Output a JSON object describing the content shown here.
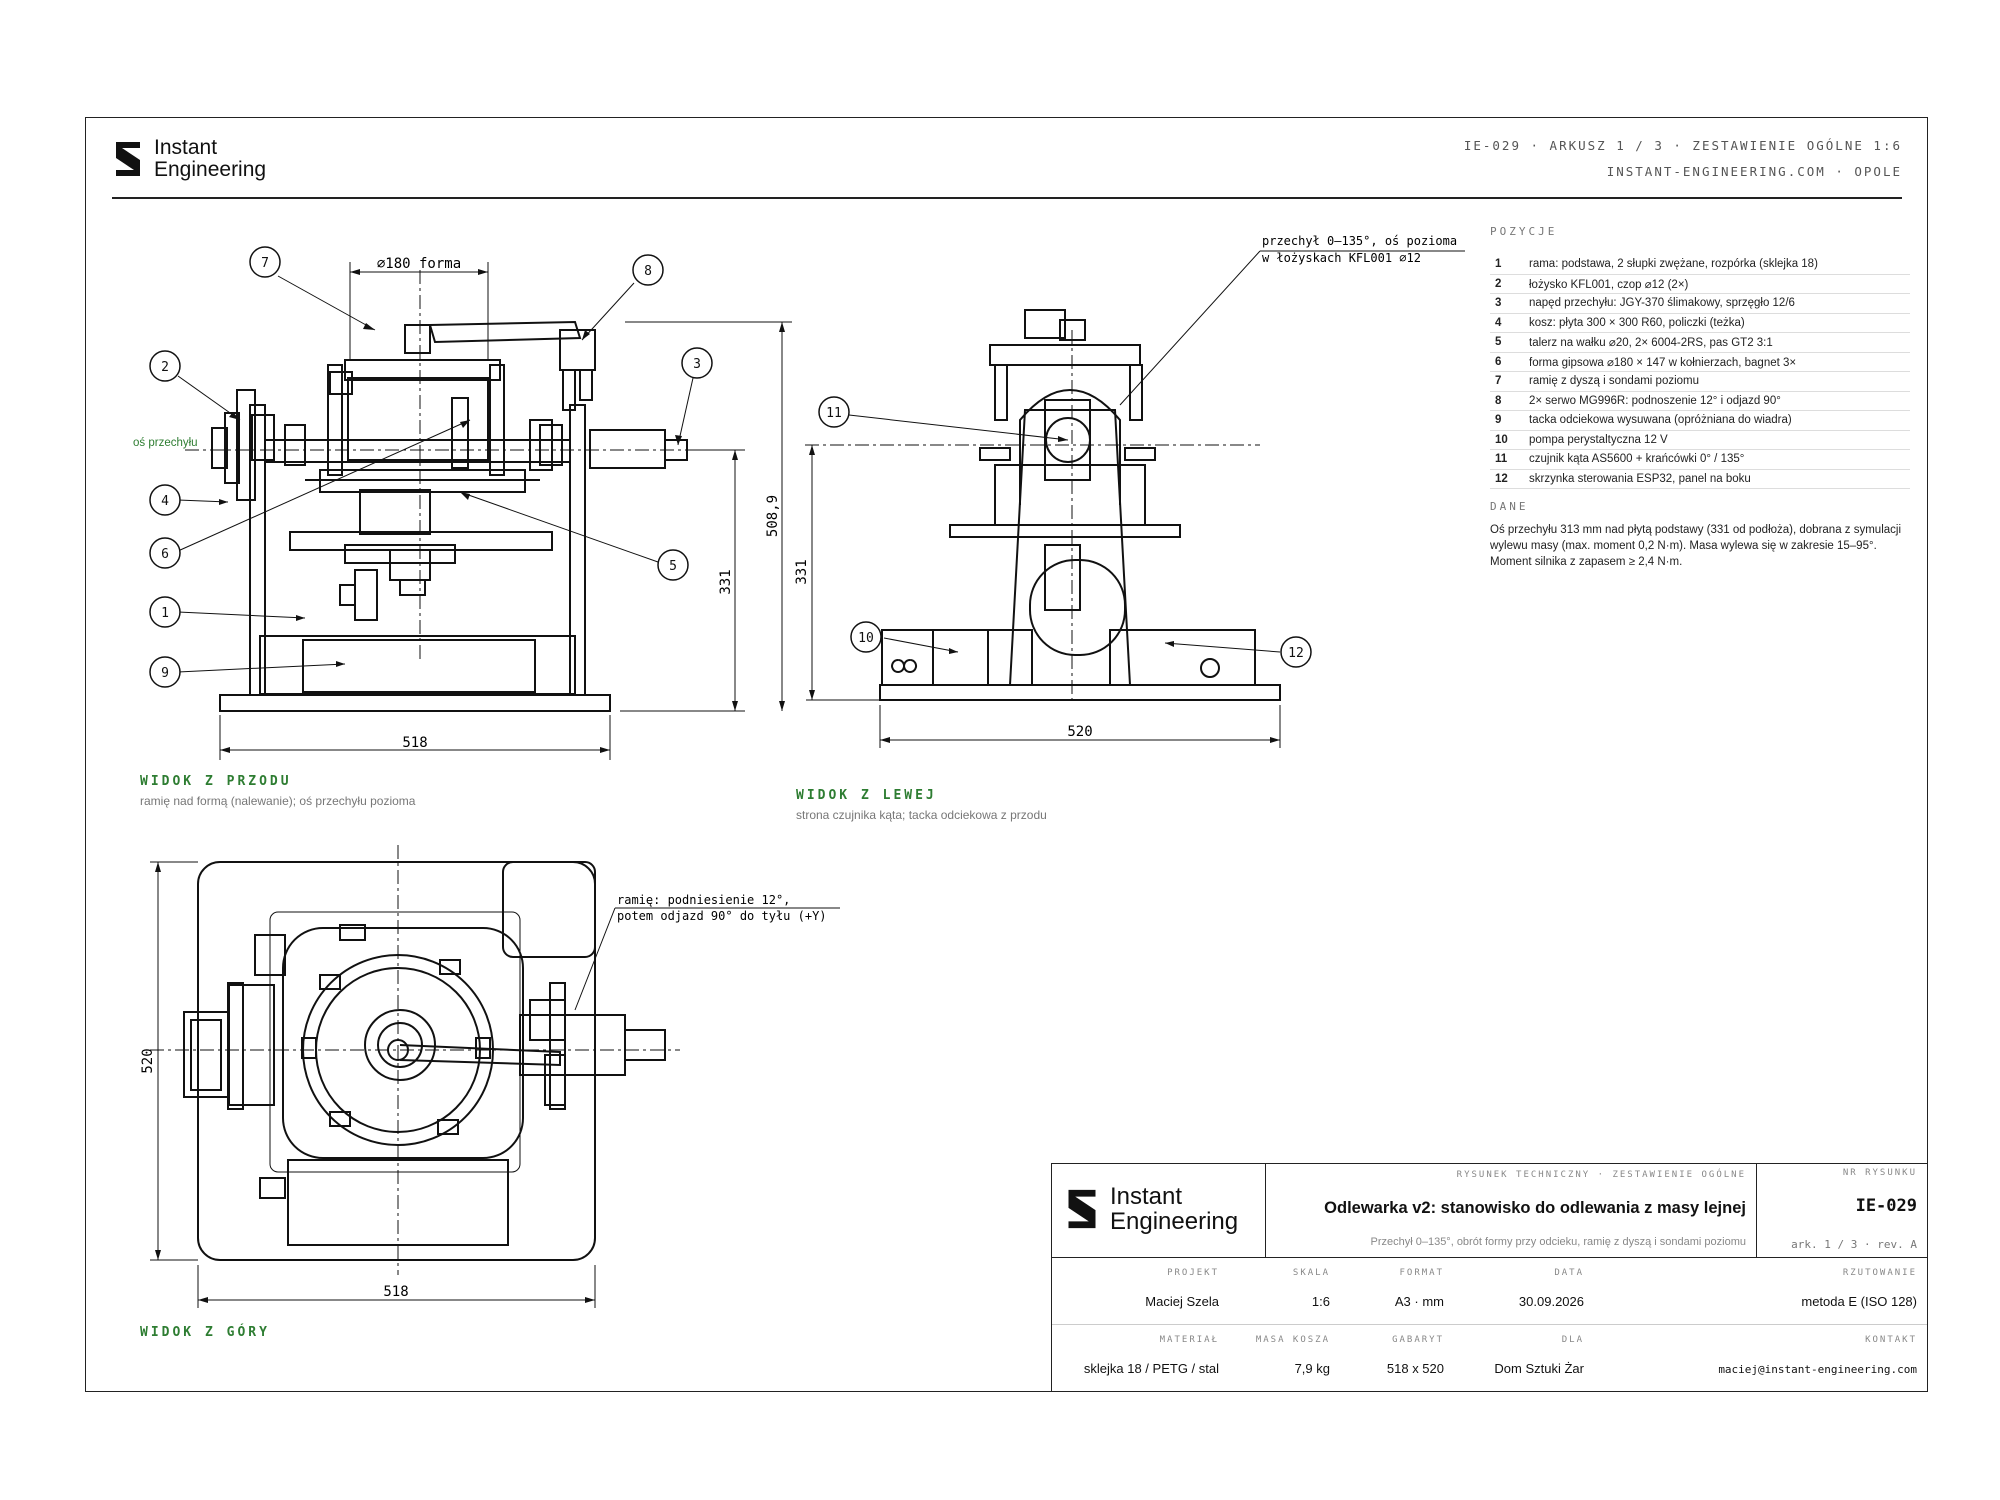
{
  "brand": {
    "line1": "Instant",
    "line2": "Engineering"
  },
  "header": {
    "ref_line1": "IE-029 · ARKUSZ 1 / 3 · ZESTAWIENIE OGÓLNE 1:6",
    "ref_line2": "INSTANT-ENGINEERING.COM · OPOLE"
  },
  "views": {
    "front": {
      "title": "WIDOK Z PRZODU",
      "subtitle": "ramię nad formą (nalewanie); oś przechyłu pozioma"
    },
    "left": {
      "title": "WIDOK Z LEWEJ",
      "subtitle": "strona czujnika kąta; tacka odciekowa z przodu"
    },
    "top": {
      "title": "WIDOK Z GÓRY"
    }
  },
  "drawing": {
    "front_dims": {
      "width": "518",
      "height_a": "331",
      "height_b": "508,9",
      "form": "⌀180 forma"
    },
    "left_dims": {
      "width": "520",
      "height": "331"
    },
    "top_dims": {
      "width": "518",
      "height": "520"
    },
    "axis_label": "oś przechyłu",
    "note_tilt_line1": "przechył 0–135°, oś pozioma",
    "note_tilt_line2": "w łożyskach KFL001 ⌀12",
    "note_arm_line1": "ramię: podniesienie 12°,",
    "note_arm_line2": "potem odjazd 90° do tyłu (+Y)",
    "balloons_front": [
      "1",
      "2",
      "3",
      "4",
      "5",
      "6",
      "7",
      "8",
      "9"
    ],
    "balloons_left": [
      "10",
      "11",
      "12"
    ]
  },
  "parts_panel": {
    "title": "POZYCJE",
    "items": [
      {
        "n": "1",
        "text": "rama: podstawa, 2 słupki zwężane, rozpórka (sklejka 18)"
      },
      {
        "n": "2",
        "text": "łożysko KFL001, czop ⌀12 (2×)"
      },
      {
        "n": "3",
        "text": "napęd przechyłu: JGY-370 ślimakowy, sprzęgło 12/6"
      },
      {
        "n": "4",
        "text": "kosz: płyta 300 × 300 R60, policzki (teżka)"
      },
      {
        "n": "5",
        "text": "talerz na wałku ⌀20, 2× 6004-2RS, pas GT2 3:1"
      },
      {
        "n": "6",
        "text": "forma gipsowa ⌀180 × 147 w kołnierzach, bagnet 3×"
      },
      {
        "n": "7",
        "text": "ramię z dyszą i sondami poziomu"
      },
      {
        "n": "8",
        "text": "2× serwo MG996R: podnoszenie 12° i odjazd 90°"
      },
      {
        "n": "9",
        "text": "tacka odciekowa wysuwana (opróżniana do wiadra)"
      },
      {
        "n": "10",
        "text": "pompa perystaltyczna 12 V"
      },
      {
        "n": "11",
        "text": "czujnik kąta AS5600 + krańcówki 0° / 135°"
      },
      {
        "n": "12",
        "text": "skrzynka sterowania ESP32, panel na boku"
      }
    ]
  },
  "data_panel": {
    "title": "DANE",
    "text": "Oś przechyłu 313 mm nad płytą podstawy (331 od podłoża), dobrana z symulacji wylewu masy (max. moment 0,2 N·m). Masa wylewa się w zakresie 15–95°. Moment silnika z zapasem ≥ 2,4 N·m."
  },
  "title_block": {
    "category": "RYSUNEK TECHNICZNY · ZESTAWIENIE OGÓLNE",
    "title": "Odlewarka v2: stanowisko do odlewania z masy lejnej",
    "subtitle": "Przechył 0–135°, obrót formy przy odcieku, ramię z dyszą i sondami poziomu",
    "nr_label": "NR RYSUNKU",
    "nr": "IE-029",
    "sheet": "ark. 1 / 3 · rev. A",
    "fields_row1": [
      {
        "label": "PROJEKT",
        "value": "Maciej Szela"
      },
      {
        "label": "SKALA",
        "value": "1:6"
      },
      {
        "label": "FORMAT",
        "value": "A3 · mm"
      },
      {
        "label": "DATA",
        "value": "30.09.2026"
      },
      {
        "label": "RZUTOWANIE",
        "value": "metoda E (ISO 128)"
      }
    ],
    "fields_row2": [
      {
        "label": "MATERIAŁ",
        "value": "sklejka 18 / PETG / stal"
      },
      {
        "label": "MASA KOSZA",
        "value": "7,9 kg"
      },
      {
        "label": "GABARYT",
        "value": "518 x 520"
      },
      {
        "label": "DLA",
        "value": "Dom Sztuki Żar"
      },
      {
        "label": "KONTAKT",
        "value": "maciej@instant-engineering.com"
      }
    ]
  },
  "colors": {
    "accent": "#2e7d32",
    "line": "#111111",
    "muted": "#777777"
  }
}
